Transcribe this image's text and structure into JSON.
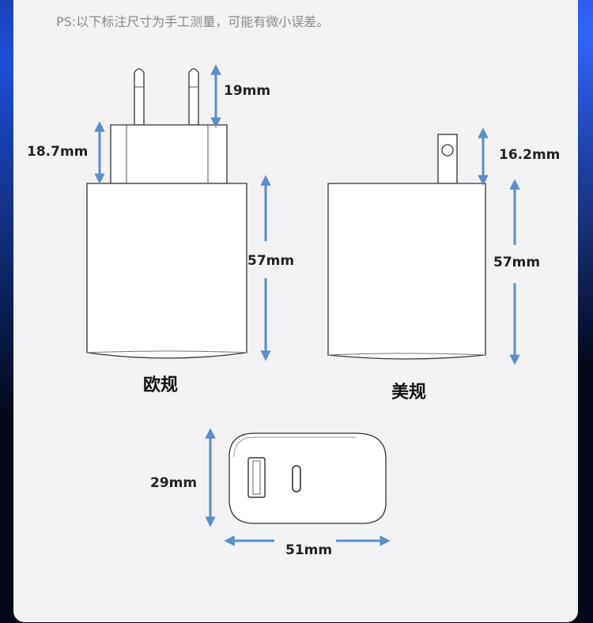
{
  "note": "PS:以下标注尺寸为手工测量，可能有微小误差。",
  "eu": {
    "caption": "欧规",
    "pin_length": "19mm",
    "base_height": "18.7mm",
    "body_height": "57mm"
  },
  "us": {
    "caption": "美规",
    "pin_length": "16.2mm",
    "body_height": "57mm"
  },
  "front": {
    "height": "29mm",
    "width": "51mm"
  },
  "colors": {
    "arrow": "#5b8ec9",
    "outline": "#333333",
    "card": "#f2f2f4"
  }
}
